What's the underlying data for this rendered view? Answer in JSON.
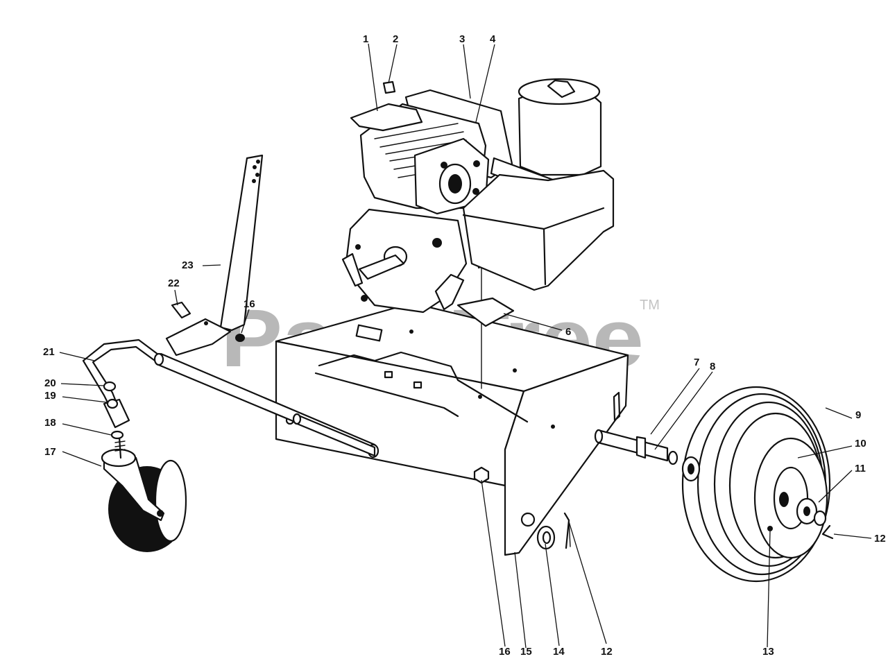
{
  "watermark": {
    "text": "PartsTree",
    "trademark": "TM"
  },
  "callouts": [
    {
      "id": "c1",
      "label": "1"
    },
    {
      "id": "c2",
      "label": "2"
    },
    {
      "id": "c3",
      "label": "3"
    },
    {
      "id": "c4",
      "label": "4"
    },
    {
      "id": "c6",
      "label": "6"
    },
    {
      "id": "c7",
      "label": "7"
    },
    {
      "id": "c8",
      "label": "8"
    },
    {
      "id": "c9",
      "label": "9"
    },
    {
      "id": "c10",
      "label": "10"
    },
    {
      "id": "c11",
      "label": "11"
    },
    {
      "id": "c12a",
      "label": "12"
    },
    {
      "id": "c12b",
      "label": "12"
    },
    {
      "id": "c13",
      "label": "13"
    },
    {
      "id": "c14",
      "label": "14"
    },
    {
      "id": "c15",
      "label": "15"
    },
    {
      "id": "c16a",
      "label": "16"
    },
    {
      "id": "c16b",
      "label": "16"
    },
    {
      "id": "c17",
      "label": "17"
    },
    {
      "id": "c18",
      "label": "18"
    },
    {
      "id": "c19",
      "label": "19"
    },
    {
      "id": "c20",
      "label": "20"
    },
    {
      "id": "c21",
      "label": "21"
    },
    {
      "id": "c22",
      "label": "22"
    },
    {
      "id": "c23",
      "label": "23"
    }
  ]
}
